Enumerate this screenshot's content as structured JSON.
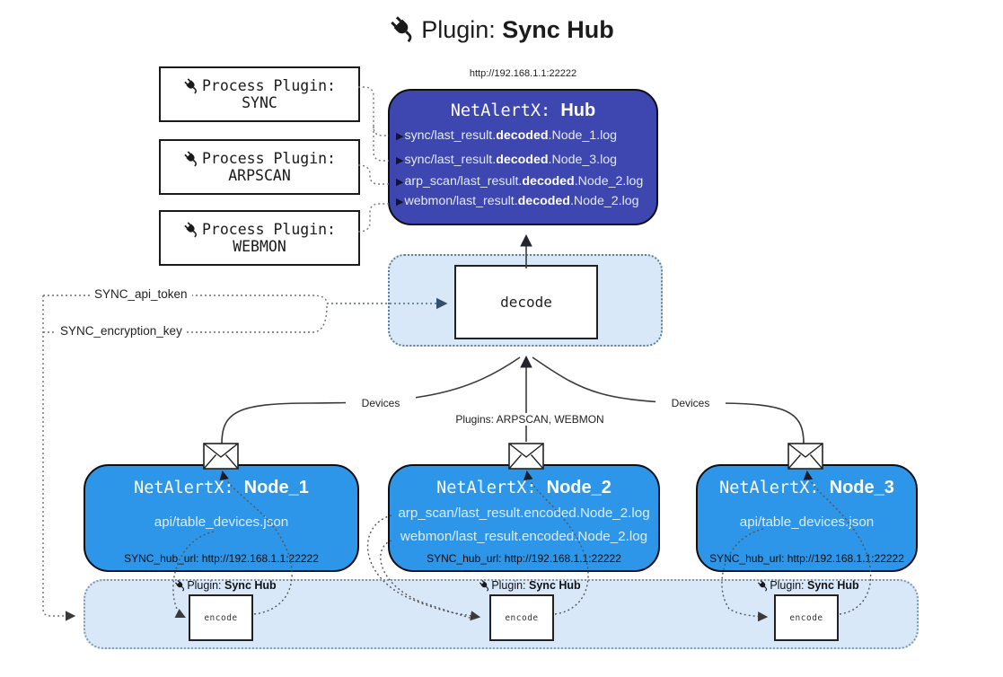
{
  "title": {
    "prefix": "Plugin:",
    "bold": "Sync Hub"
  },
  "icons": {
    "input_arrow": "▶"
  },
  "process_plugins": [
    {
      "label": "Process Plugin:",
      "name": "SYNC"
    },
    {
      "label": "Process Plugin:",
      "name": "ARPSCAN"
    },
    {
      "label": "Process Plugin:",
      "name": "WEBMON"
    }
  ],
  "hub": {
    "url": "http://192.168.1.1:22222",
    "brand": "NetAlertX: ",
    "name": "Hub",
    "logs": [
      {
        "pre": "sync/last_result.",
        "bold": "decoded",
        "post": ".Node_1.log"
      },
      {
        "pre": "sync/last_result.",
        "bold": "decoded",
        "post": ".Node_3.log"
      },
      {
        "pre": "arp_scan/last_result.",
        "bold": "decoded",
        "post": ".Node_2.log"
      },
      {
        "pre": "webmon/last_result.",
        "bold": "decoded",
        "post": ".Node_2.log"
      }
    ]
  },
  "decode": {
    "label": "decode"
  },
  "settings": {
    "api_token": "SYNC_api_token",
    "encryption_key": "SYNC_encryption_key"
  },
  "edges": {
    "left": "Devices",
    "center": "Plugins: ARPSCAN, WEBMON",
    "right": "Devices"
  },
  "nodes": [
    {
      "brand": "NetAlertX: ",
      "name": "Node_1",
      "files": [
        "api/table_devices.json"
      ],
      "hub_url": "SYNC_hub_url: http://192.168.1.1:22222"
    },
    {
      "brand": "NetAlertX: ",
      "name": "Node_2",
      "files": [
        "arp_scan/last_result.encoded.Node_2.log",
        "webmon/last_result.encoded.Node_2.log"
      ],
      "hub_url": "SYNC_hub_url: http://192.168.1.1:22222"
    },
    {
      "brand": "NetAlertX: ",
      "name": "Node_3",
      "files": [
        "api/table_devices.json"
      ],
      "hub_url": "SYNC_hub_url: http://192.168.1.1:22222"
    }
  ],
  "encode_band": {
    "plugin_prefix": "Plugin: ",
    "plugin_bold": "Sync Hub",
    "box_label": "encode"
  },
  "colors": {
    "hub-fill": "#3e46af",
    "node-fill": "#2e96e8",
    "panel-fill": "#d9e8f9",
    "panel-border": "#7e99ad",
    "slate": "#5b7f99",
    "ink": "#1a1a1a"
  }
}
